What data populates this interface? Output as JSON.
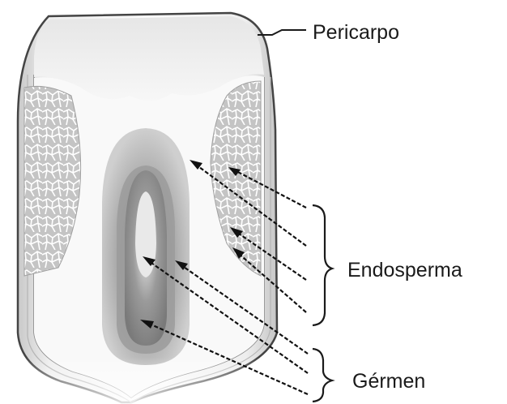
{
  "labels": {
    "pericarp": "Pericarpo",
    "endosperm": "Endosperma",
    "germ": "Gérmen"
  }
}
